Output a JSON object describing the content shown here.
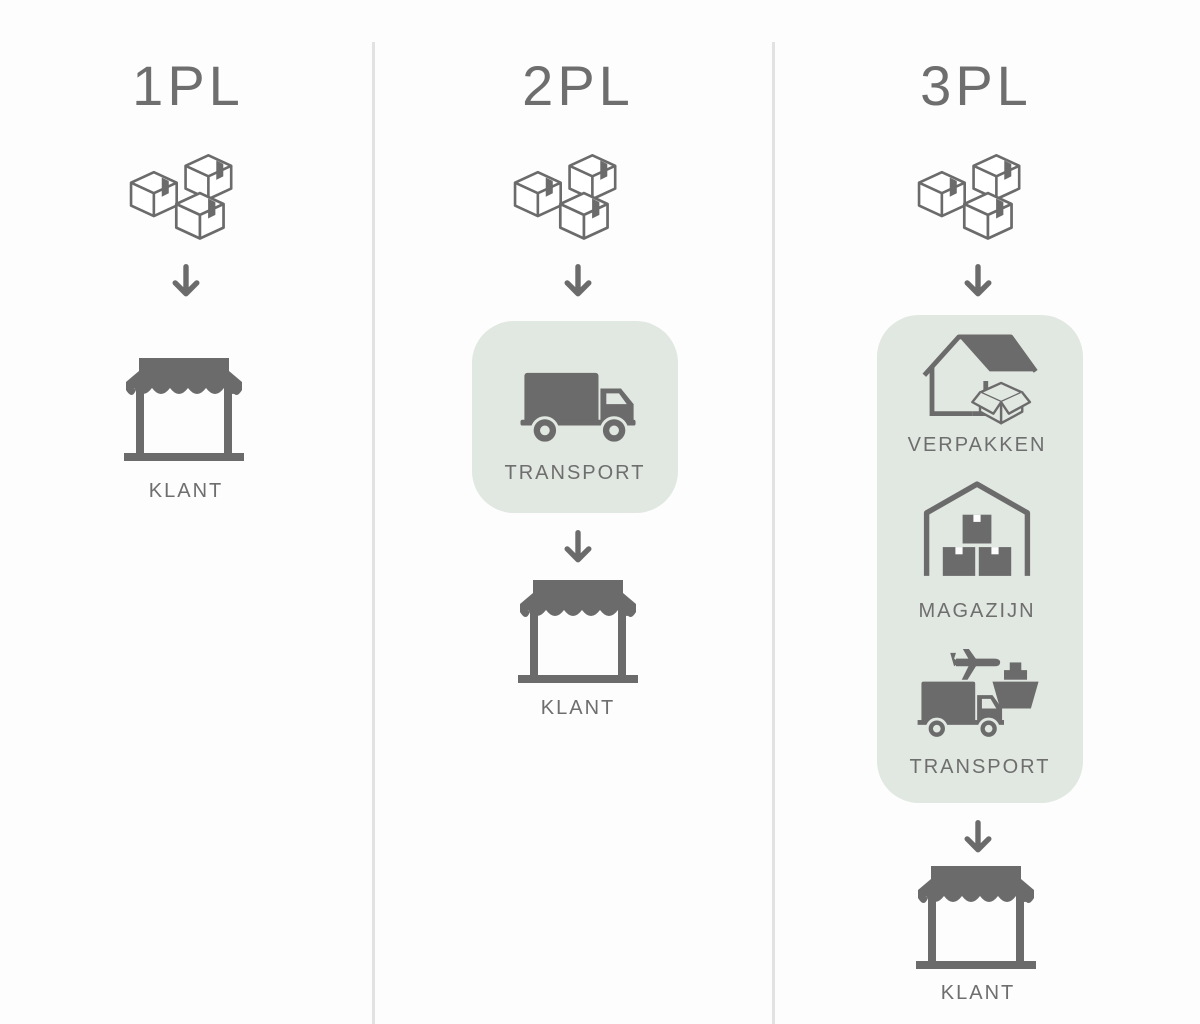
{
  "columns": [
    {
      "heading": "1PL",
      "steps": [],
      "customer_label": "KLANT"
    },
    {
      "heading": "2PL",
      "steps": [
        "TRANSPORT"
      ],
      "customer_label": "KLANT"
    },
    {
      "heading": "3PL",
      "steps": [
        "VERPAKKEN",
        "MAGAZIJN",
        "TRANSPORT"
      ],
      "customer_label": "KLANT"
    }
  ],
  "icons": {
    "goods": "boxes-icon",
    "flow": "arrow-down-icon",
    "customer": "shop-icon",
    "transport_2pl": "truck-icon",
    "packing": "house-boxes-icon",
    "warehouse": "warehouse-icon",
    "transport_3pl": "multimodal-transport-icon"
  },
  "colors": {
    "icon": "#6b6b6b",
    "panel": "#e1e7e1",
    "divider": "#e2e2e2",
    "background": "#fdfdfd"
  }
}
